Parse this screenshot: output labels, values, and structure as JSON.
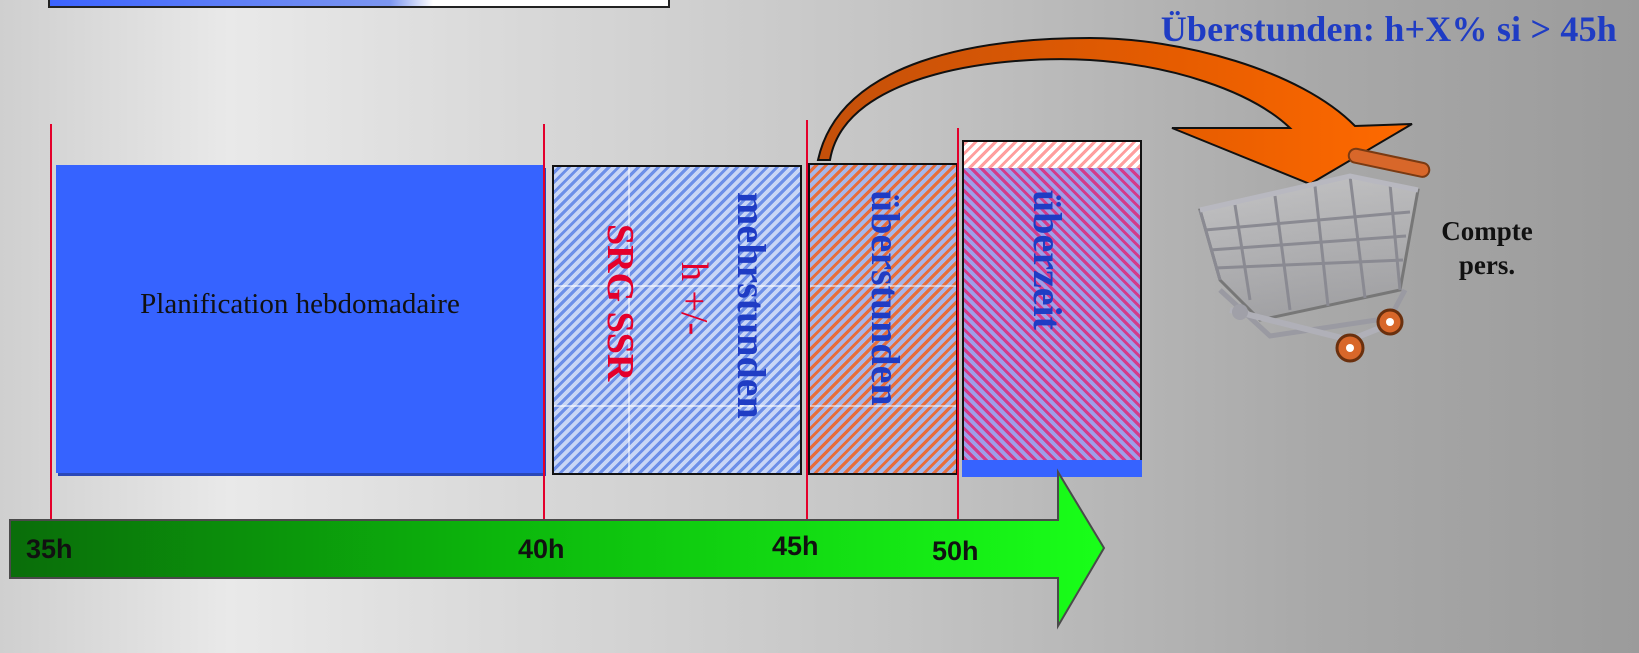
{
  "title": "Überstunden: h+X% si > 45h",
  "blocks": {
    "plan_label": "Planification hebdomadaire",
    "mehr_label": "mehrstunden",
    "mehr_sub": "h +/-",
    "mehr_red": "SRG SSR",
    "ueber_label": "überstunden",
    "zeit_label": "überzeit"
  },
  "axis": {
    "ticks": [
      "35h",
      "40h",
      "45h",
      "50h"
    ]
  },
  "cart": {
    "label_line1": "Compte",
    "label_line2": "pers."
  },
  "colors": {
    "plan": "#3663ff",
    "text_blue": "#1f3cc4",
    "text_red": "#e4002b",
    "curved_arrow": "#cc5200",
    "timeline_start": "#0a6d0a",
    "timeline_end": "#19ff19"
  }
}
